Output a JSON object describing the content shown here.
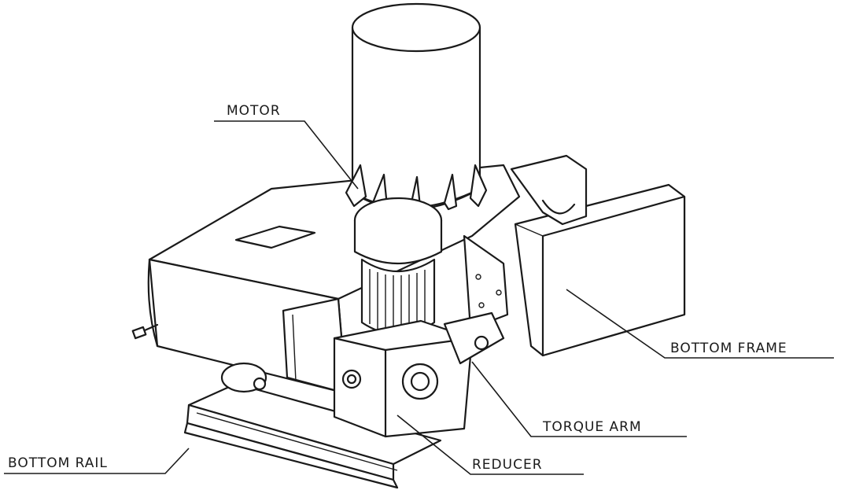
{
  "labels": {
    "motor": "MOTOR",
    "bottom_frame": "BOTTOM FRAME",
    "torque_arm": "TORQUE ARM",
    "bottom_rail": "BOTTOM RAIL",
    "reducer": "REDUCER"
  },
  "colors": {
    "ink": "#1a1a1a",
    "paper": "#ffffff"
  }
}
